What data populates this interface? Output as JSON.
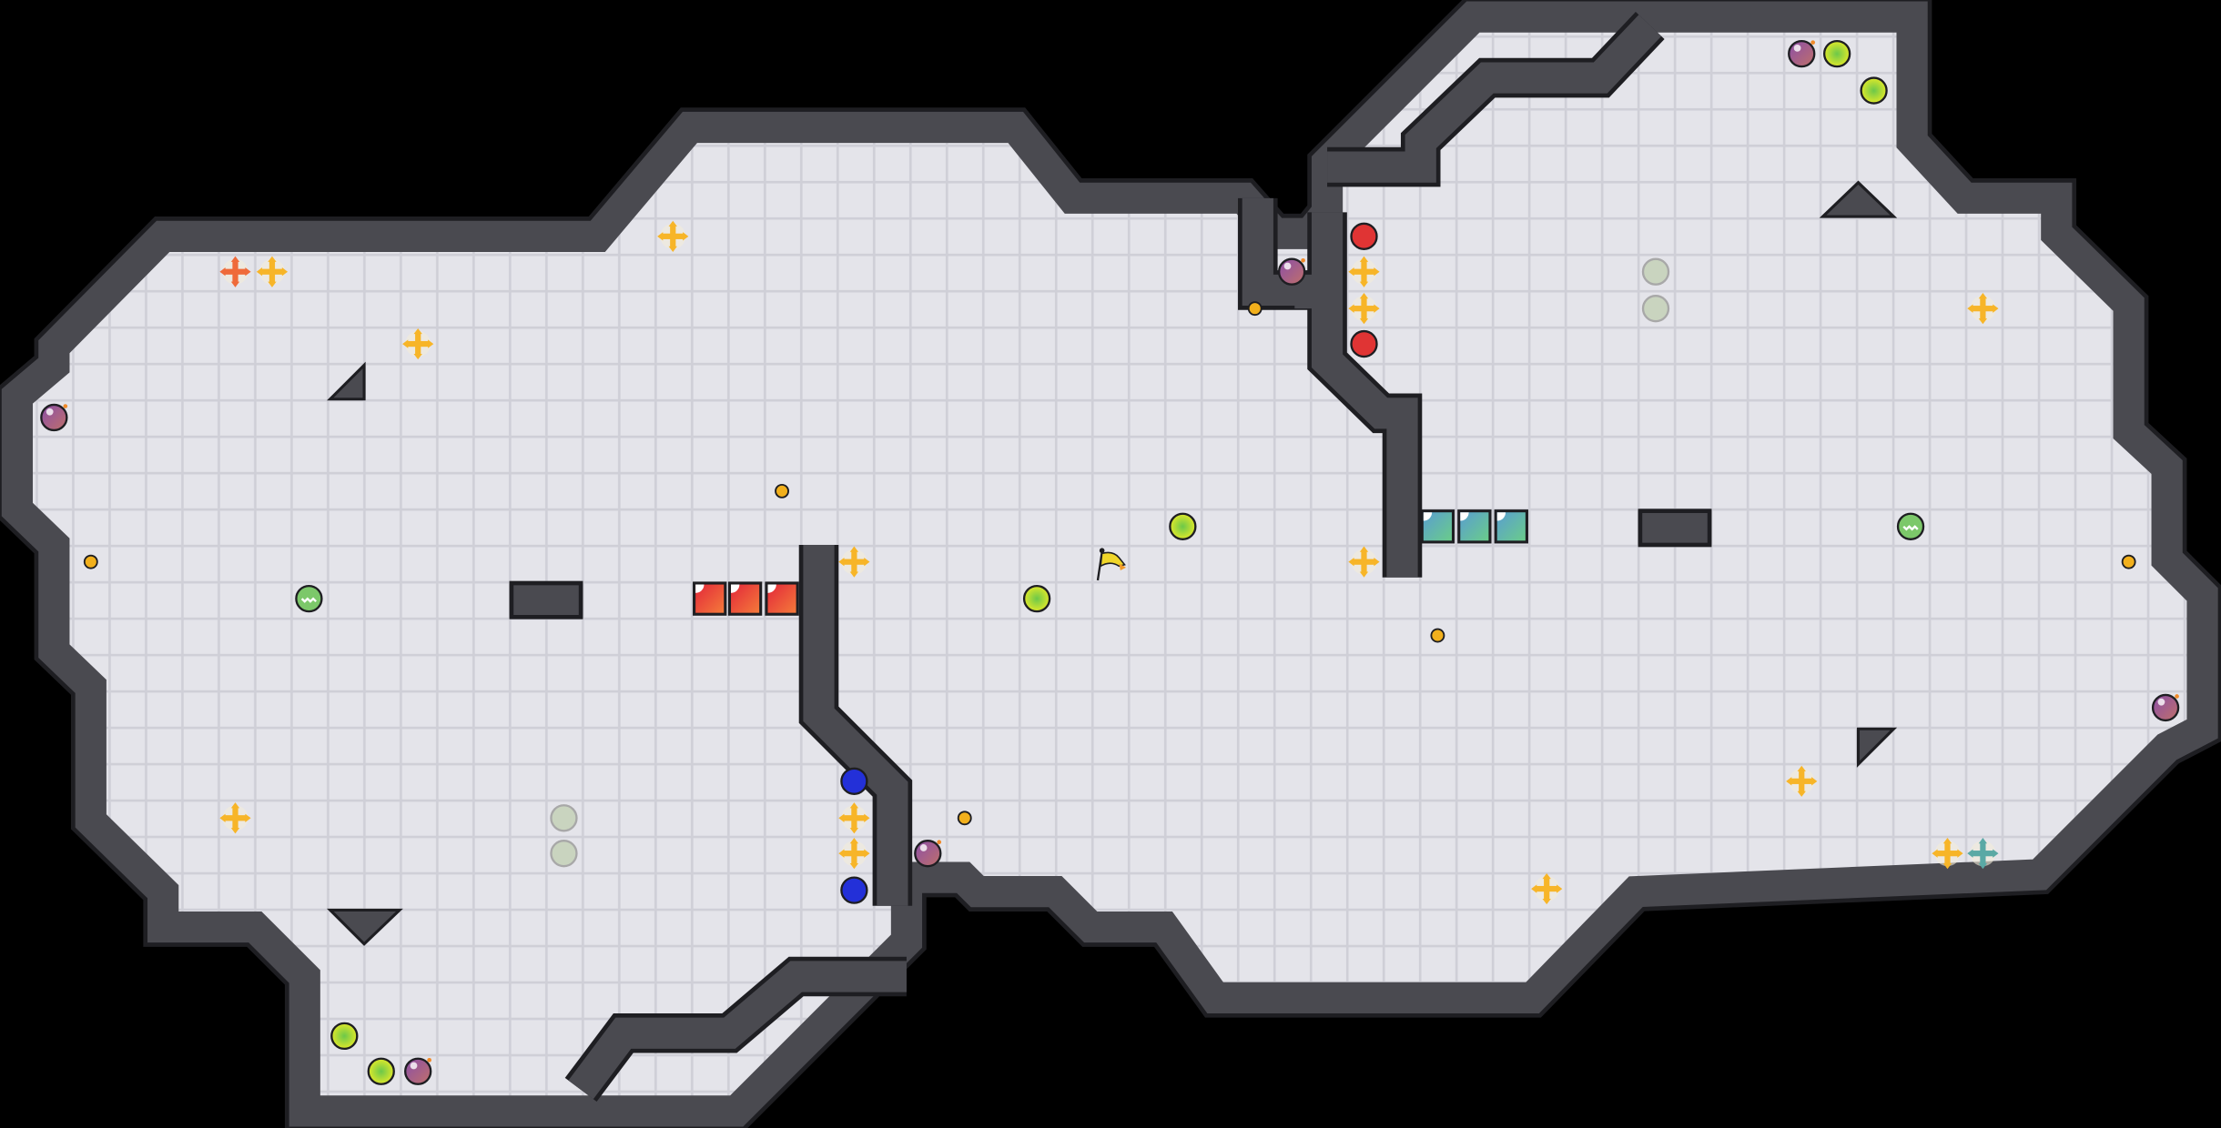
{
  "game": {
    "view": "level-overview",
    "entity_types": [
      "player-flag",
      "bomb",
      "yellow-ball",
      "striped-ball",
      "coin",
      "move-cross",
      "red-dot",
      "blue-dot",
      "gray-dot",
      "red-block",
      "teal-block",
      "wall-spike"
    ],
    "colors": {
      "background": "#000000",
      "floor": "#e4e4ea",
      "grid_line": "#cfcfd7",
      "wall": "#4a4a50",
      "wall_edge": "#1e1e22",
      "pink_zone": "#e8c8ba",
      "blue_zone": "#c5d9e8",
      "cross_yellow": "#f7b528",
      "cross_orange": "#ef6a3a",
      "cross_teal": "#5aa9a5",
      "bomb": "#9a5a9a",
      "ball_yellow": "#d8e62a",
      "coin": "#f2b01c",
      "red_dot": "#e03434",
      "blue_dot": "#2330d8",
      "gray_dot": "#c9d4bf"
    }
  }
}
